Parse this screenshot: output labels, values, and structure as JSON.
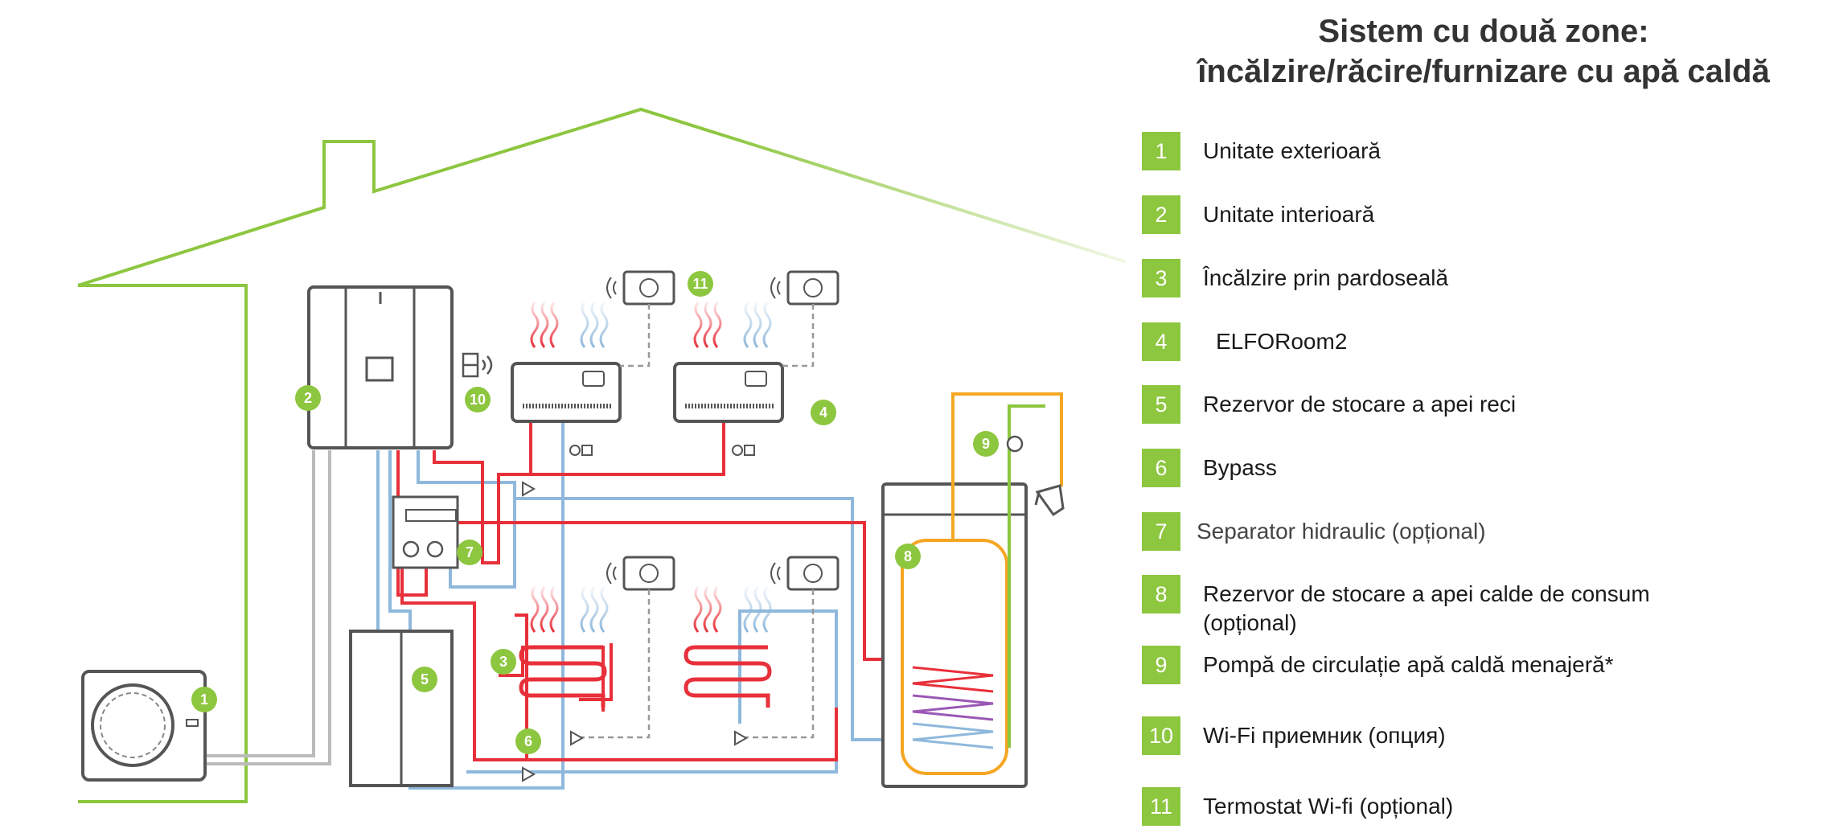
{
  "title": {
    "line1": "Sistem cu două zone:",
    "line2": "încălzire/răcire/furnizare cu apă caldă"
  },
  "colors": {
    "accent_green": "#8dc63f",
    "hot_pipe": "#e8303a",
    "cold_pipe": "#8fb8dc",
    "equipment_outline": "#555555",
    "dhw_pipe": "#f5a623"
  },
  "legend": [
    {
      "number": "1",
      "label": "Unitate exterioară"
    },
    {
      "number": "2",
      "label": "Unitate interioară"
    },
    {
      "number": "3",
      "label": "Încălzire prin pardoseală"
    },
    {
      "number": "4",
      "label": "ELFORoom2"
    },
    {
      "number": "5",
      "label": "Rezervor de stocare a apei reci"
    },
    {
      "number": "6",
      "label": "Bypass"
    },
    {
      "number": "7",
      "label": "Separator hidraulic (opțional)"
    },
    {
      "number": "8",
      "label": "Rezervor de stocare a apei calde de consum (opțional)"
    },
    {
      "number": "9",
      "label": "Pompă de circulație apă caldă menajeră*"
    },
    {
      "number": "10",
      "label": "Wi-Fi приемник (опция)"
    },
    {
      "number": "11",
      "label": "Termostat Wi-fi (opțional)"
    }
  ],
  "icons": [
    "house-outline",
    "outdoor-unit-fan",
    "indoor-unit",
    "wifi-receiver",
    "fan-coil",
    "wifi-thermostat",
    "underfloor-coil",
    "storage-tank",
    "hot-water-cylinder",
    "tap-icon",
    "pump-icon",
    "valve-icon"
  ]
}
